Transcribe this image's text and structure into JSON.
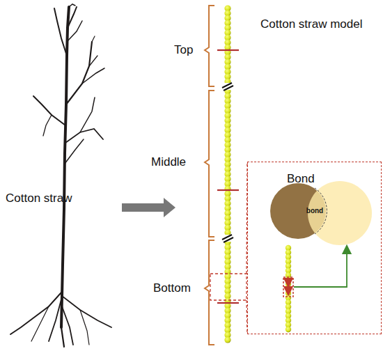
{
  "diagram": {
    "nodes": [
      {
        "text": [
          "Bond"
        ]
      }
    ],
    "labels": [
      "Cotton straw",
      "Top",
      "Middle",
      "Bottom",
      "Cotton straw model",
      "bond"
    ]
  }
}
